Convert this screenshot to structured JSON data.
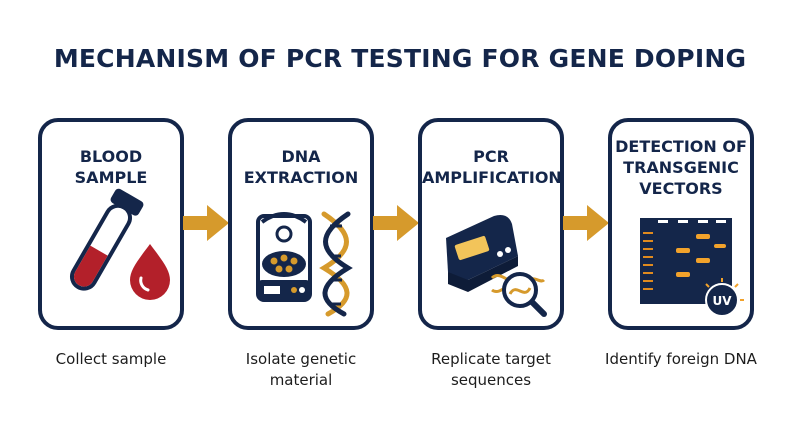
{
  "title": "MECHANISM OF PCR TESTING FOR GENE DOPING",
  "colors": {
    "navy": "#14264a",
    "gold": "#d69a2c",
    "red": "#b3202a",
    "band": "#f2a22b"
  },
  "steps": [
    {
      "title": "BLOOD\nSAMPLE",
      "icon": "blood-tube-icon",
      "caption": "Collect sample"
    },
    {
      "title": "DNA\nEXTRACTION",
      "icon": "centrifuge-dna-icon",
      "caption": "Isolate genetic\nmaterial"
    },
    {
      "title": "PCR\nAMPLIFICATION",
      "icon": "thermocycler-magnifier-icon",
      "caption": "Replicate target\nsequences"
    },
    {
      "title": "DETECTION OF\nTRANSGENIC\nVECTORS",
      "icon": "gel-electrophoresis-icon",
      "caption": "Identify foreign DNA"
    }
  ],
  "uv_label": "UV"
}
